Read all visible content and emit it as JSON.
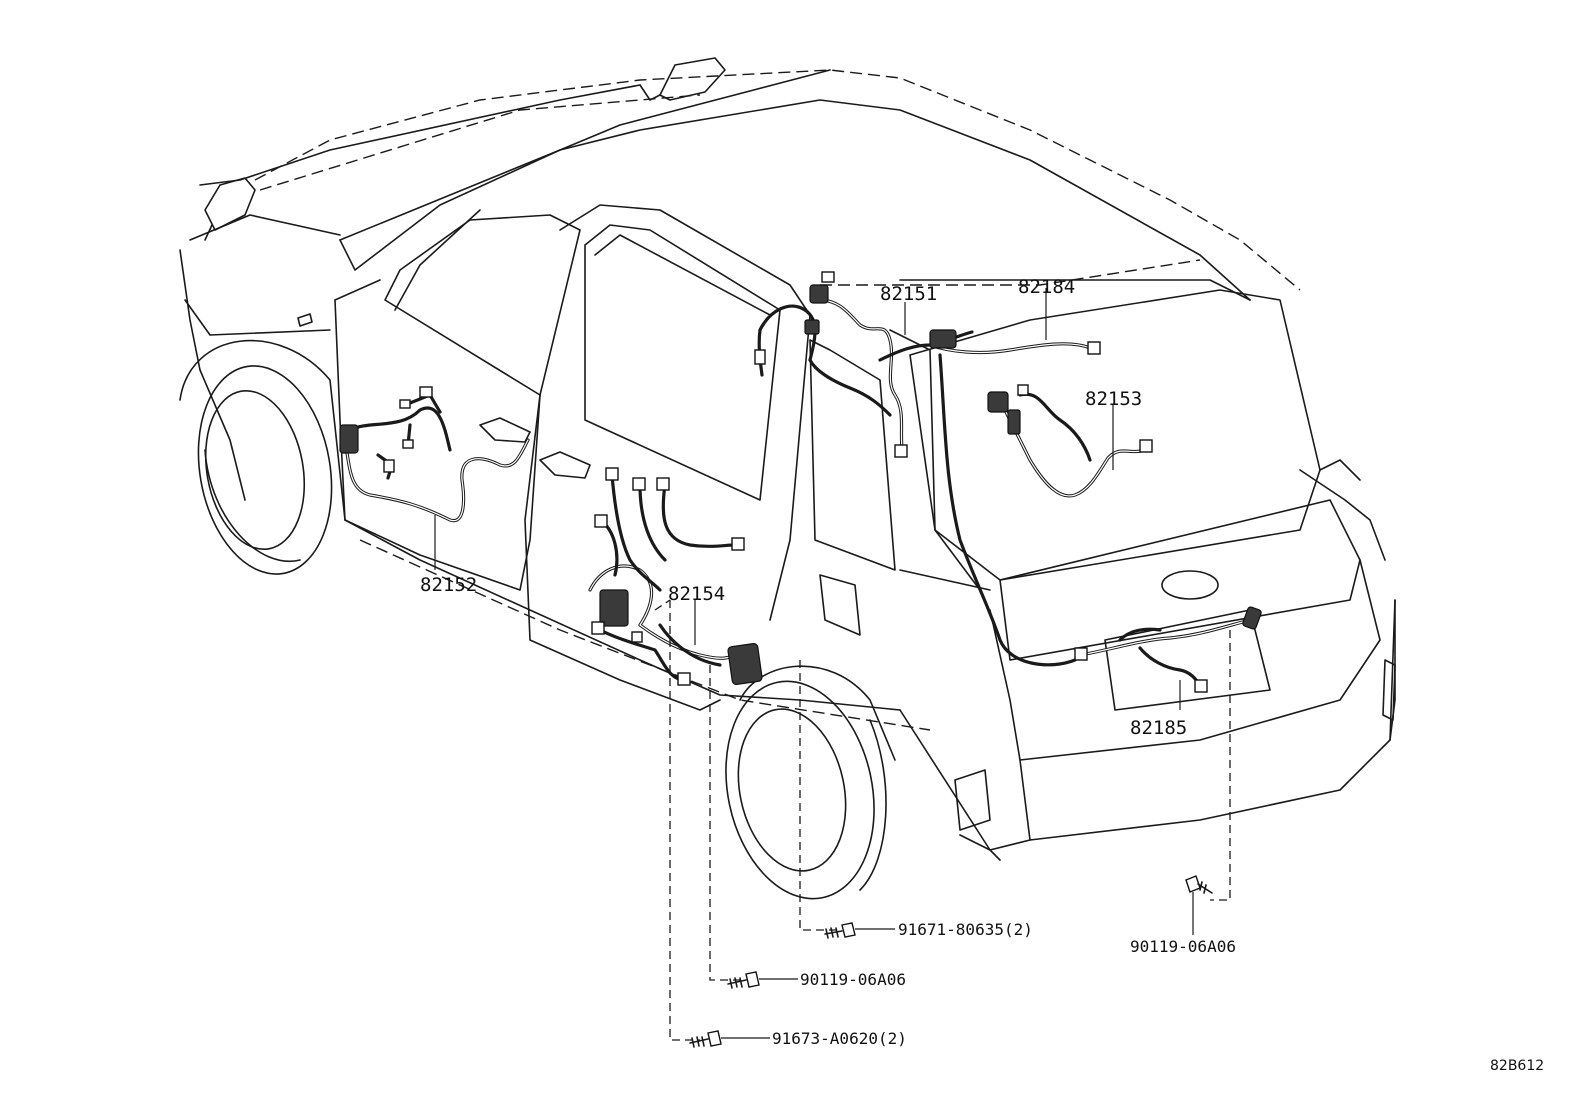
{
  "parts": {
    "p82151": "82151",
    "p82184": "82184",
    "p82153": "82153",
    "p82152": "82152",
    "p82154": "82154",
    "p82185": "82185"
  },
  "fasteners": {
    "f1": "91671-80635(2)",
    "f2": "90119-06A06",
    "f3": "91673-A0620(2)",
    "f4": "90119-06A06"
  },
  "diagram_code": "82B612"
}
